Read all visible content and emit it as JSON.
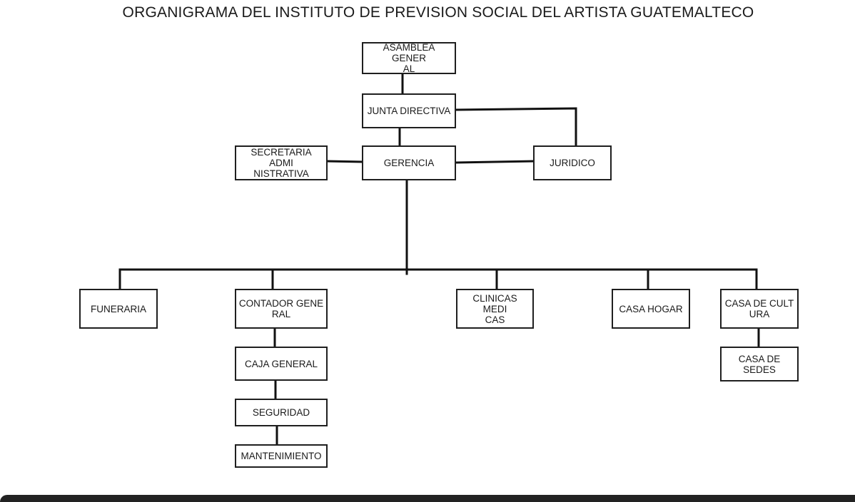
{
  "title": "ORGANIGRAMA DEL INSTITUTO DE PREVISION SOCIAL DEL ARTISTA GUATEMALTECO",
  "colors": {
    "line": "#111111",
    "box_border": "#1f1f1f",
    "background": "#ffffff"
  },
  "nodes": {
    "asamblea": "ASAMBLEA GENER\nAL",
    "junta": "JUNTA DIRECTIVA",
    "gerencia": "GERENCIA",
    "secretaria": "SECRETARIA ADMI\nNISTRATIVA",
    "juridico": "JURIDICO",
    "funeraria": "FUNERARIA",
    "contador": "CONTADOR GENE\nRAL",
    "clinicas": "CLINICAS MEDI\nCAS",
    "casa_hogar": "CASA HOGAR",
    "casa_cultura": "CASA DE CULT\nURA",
    "caja": "CAJA GENERAL",
    "seguridad": "SEGURIDAD",
    "mantenimiento": "MANTENIMIENTO",
    "sedes": "CASA DE SEDES"
  }
}
